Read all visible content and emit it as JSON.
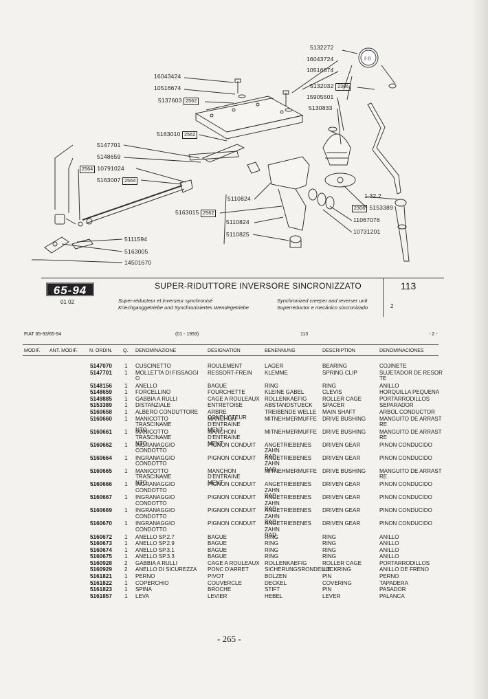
{
  "diagram": {
    "callouts": [
      {
        "text": "5132272",
        "box": ""
      },
      {
        "text": "16043724",
        "box": ""
      },
      {
        "text": "10516674",
        "box": ""
      },
      {
        "text": "16043424",
        "box": ""
      },
      {
        "text": "10516674",
        "box": ""
      },
      {
        "text": "5137603",
        "box": "2562"
      },
      {
        "text": "5132032",
        "box": "2306"
      },
      {
        "text": "15905501",
        "box": ""
      },
      {
        "text": "5130833",
        "box": ""
      },
      {
        "text": "5163010",
        "box": "2562"
      },
      {
        "text": "5147701",
        "box": ""
      },
      {
        "text": "5148659",
        "box": ""
      },
      {
        "text": "10791024",
        "box": "2564"
      },
      {
        "text": "5163007",
        "box": "2564"
      },
      {
        "text": "1.32.2",
        "box": ""
      },
      {
        "text": "5153389",
        "box": "2306"
      },
      {
        "text": "5110824",
        "box": ""
      },
      {
        "text": "5163015",
        "box": "2562"
      },
      {
        "text": "11067076",
        "box": ""
      },
      {
        "text": "5110824",
        "box": ""
      },
      {
        "text": "10731201",
        "box": ""
      },
      {
        "text": "5110825",
        "box": ""
      },
      {
        "text": "5111594",
        "box": ""
      },
      {
        "text": "5163005",
        "box": ""
      },
      {
        "text": "14501670",
        "box": ""
      }
    ]
  },
  "title_block": {
    "logo": "65-94",
    "date": "01 02",
    "title": "SUPER-RIDUTTORE INVERSORE SINCRONIZZATO",
    "sub_fr": "Super-réducteur et inverseur synchronisé",
    "sub_de": "Kriechganggetriebe und Synchronisiertes Wendegetriebe",
    "sub_en": "Synchronized creeper and reverser unit",
    "sub_es": "Superreductor e mecánico sincronizado",
    "table_number": "113",
    "sheet": "2"
  },
  "page_info": {
    "model": "FIAT 65-93/65-94",
    "date_range": "(01 - 1993)",
    "table": "113",
    "sheet": "- 2 -"
  },
  "columns": [
    "MODIF.",
    "ANT. MODIF.",
    "N. ORDIN.",
    "Q.",
    "DENOMINAZIONE",
    "DESIGNATION",
    "BENENNUNG",
    "DESCRIPTION",
    "DENOMINACIONES"
  ],
  "parts": [
    {
      "num": "5147070",
      "q": "1",
      "it": "CUSCINETTO",
      "fr": "ROULEMENT",
      "de": "LAGER",
      "en": "BEARING",
      "es": "COJINETE",
      "lines": 1
    },
    {
      "num": "5147701",
      "q": "1",
      "it": "MOLLETTA DI FISSAGGI\nO",
      "fr": "RESSORT-FREIN",
      "de": "KLEMME",
      "en": "SPRING CLIP",
      "es": "SUJETADOR DE RESOR\nTE",
      "lines": 2
    },
    {
      "num": "5148156",
      "q": "1",
      "it": "ANELLO",
      "fr": "BAGUE",
      "de": "RING",
      "en": "RING",
      "es": "ANILLO",
      "lines": 1
    },
    {
      "num": "5148659",
      "q": "1",
      "it": "FORCELLINO",
      "fr": "FOURCHETTE",
      "de": "KLEINE GABEL",
      "en": "CLEVIS",
      "es": "HORQUILLA PEQUENA",
      "lines": 1
    },
    {
      "num": "5149885",
      "q": "1",
      "it": "GABBIA A RULLI",
      "fr": "CAGE A ROULEAUX",
      "de": "ROLLENKAEFIG",
      "en": "ROLLER CAGE",
      "es": "PORTARRODILLOS",
      "lines": 1
    },
    {
      "num": "5153389",
      "q": "1",
      "it": "DISTANZIALE",
      "fr": "ENTRETOISE",
      "de": "ABSTANDSTUECK",
      "en": "SPACER",
      "es": "SEPARADOR",
      "lines": 1
    },
    {
      "num": "5160658",
      "q": "1",
      "it": "ALBERO CONDUTTORE",
      "fr": "ARBRE CONDUCTEUR",
      "de": "TREIBENDE WELLE",
      "en": "MAIN SHAFT",
      "es": "ARBOL CONDUCTOR",
      "lines": 1
    },
    {
      "num": "5160660",
      "q": "1",
      "it": "MANICOTTO TRASCINAME\nNTO",
      "fr": "MANCHON D'ENTRAINE\nMENT",
      "de": "MITNEHMERMUFFE",
      "en": "DRIVE BUSHING",
      "es": "MANGUITO DE ARRAST\nRE",
      "lines": 2
    },
    {
      "num": "5160661",
      "q": "1",
      "it": "MANICOTTO TRASCINAME\nNTO",
      "fr": "MANCHON D'ENTRAINE\nMENT",
      "de": "MITNEHMERMUFFE",
      "en": "DRIVE BUSHING",
      "es": "MANGUITO DE ARRAST\nRE",
      "lines": 2
    },
    {
      "num": "5160662",
      "q": "1",
      "it": "INGRANAGGIO CONDOTTO",
      "fr": "PIGNON CONDUIT",
      "de": "ANGETRIEBENES ZAHN\nRAD",
      "en": "DRIVEN GEAR",
      "es": "PINON CONDUCIDO",
      "lines": 2
    },
    {
      "num": "5160664",
      "q": "1",
      "it": "INGRANAGGIO CONDOTTO",
      "fr": "PIGNON CONDUIT",
      "de": "ANGETRIEBENES ZAHN\nRAD",
      "en": "DRIVEN GEAR",
      "es": "PINON CONDUCIDO",
      "lines": 2
    },
    {
      "num": "5160665",
      "q": "1",
      "it": "MANICOTTO TRASCINAME\nNTO",
      "fr": "MANCHON D'ENTRAINE\nMENT",
      "de": "MITNEHMERMUFFE",
      "en": "DRIVE BUSHING",
      "es": "MANGUITO DE ARRAST\nRE",
      "lines": 2
    },
    {
      "num": "5160666",
      "q": "1",
      "it": "INGRANAGGIO CONDOTTO",
      "fr": "PIGNON CONDUIT",
      "de": "ANGETRIEBENES ZAHN\nRAD",
      "en": "DRIVEN GEAR",
      "es": "PINON CONDUCIDO",
      "lines": 2
    },
    {
      "num": "5160667",
      "q": "1",
      "it": "INGRANAGGIO CONDOTTO",
      "fr": "PIGNON CONDUIT",
      "de": "ANGETRIEBENES ZAHN\nRAD",
      "en": "DRIVEN GEAR",
      "es": "PINON CONDUCIDO",
      "lines": 2
    },
    {
      "num": "5160669",
      "q": "1",
      "it": "INGRANAGGIO CONDOTTO",
      "fr": "PIGNON CONDUIT",
      "de": "ANGETRIEBENES ZAHN\nRAD",
      "en": "DRIVEN GEAR",
      "es": "PINON CONDUCIDO",
      "lines": 2
    },
    {
      "num": "5160670",
      "q": "1",
      "it": "INGRANAGGIO CONDOTTO",
      "fr": "PIGNON CONDUIT",
      "de": "ANGETRIEBENES ZAHN\nRAD",
      "en": "DRIVEN GEAR",
      "es": "PINON CONDUCIDO",
      "lines": 2
    },
    {
      "num": "5160672",
      "q": "1",
      "it": "ANELLO  SP.2.7",
      "fr": "BAGUE",
      "de": "RING",
      "en": "RING",
      "es": "ANILLO",
      "lines": 1
    },
    {
      "num": "5160673",
      "q": "1",
      "it": "ANELLO  SP.2.9",
      "fr": "BAGUE",
      "de": "RING",
      "en": "RING",
      "es": "ANILLO",
      "lines": 1
    },
    {
      "num": "5160674",
      "q": "1",
      "it": "ANELLO  SP.3.1",
      "fr": "BAGUE",
      "de": "RING",
      "en": "RING",
      "es": "ANILLO",
      "lines": 1
    },
    {
      "num": "5160675",
      "q": "1",
      "it": "ANELLO  SP.3.3",
      "fr": "BAGUE",
      "de": "RING",
      "en": "RING",
      "es": "ANILLO",
      "lines": 1
    },
    {
      "num": "5160928",
      "q": "2",
      "it": "GABBIA A RULLI",
      "fr": "CAGE A ROULEAUX",
      "de": "ROLLENKAEFIG",
      "en": "ROLLER CAGE",
      "es": "PORTARRODILLOS",
      "lines": 1
    },
    {
      "num": "5160929",
      "q": "2",
      "it": "ANELLO DI SICUREZZA",
      "fr": "PONC D'ARRET",
      "de": "SICHERUNGSRONDELLE",
      "en": "LOCKRING",
      "es": "ANILLO DE FRENO",
      "lines": 1
    },
    {
      "num": "5161821",
      "q": "1",
      "it": "PERNO",
      "fr": "PIVOT",
      "de": "BOLZEN",
      "en": "PIN",
      "es": "PERNO",
      "lines": 1
    },
    {
      "num": "5161822",
      "q": "1",
      "it": "COPERCHIO",
      "fr": "COUVERCLE",
      "de": "DECKEL",
      "en": "COVERING",
      "es": "TAPADERA",
      "lines": 1
    },
    {
      "num": "5161823",
      "q": "1",
      "it": "SPINA",
      "fr": "BROCHE",
      "de": "STIFT",
      "en": "PIN",
      "es": "PASADOR",
      "lines": 1
    },
    {
      "num": "5161857",
      "q": "1",
      "it": "LEVA",
      "fr": "LEVIER",
      "de": "HEBEL",
      "en": "LEVER",
      "es": "PALANCA",
      "lines": 1
    }
  ],
  "footer": {
    "page_number": "- 265 -"
  }
}
